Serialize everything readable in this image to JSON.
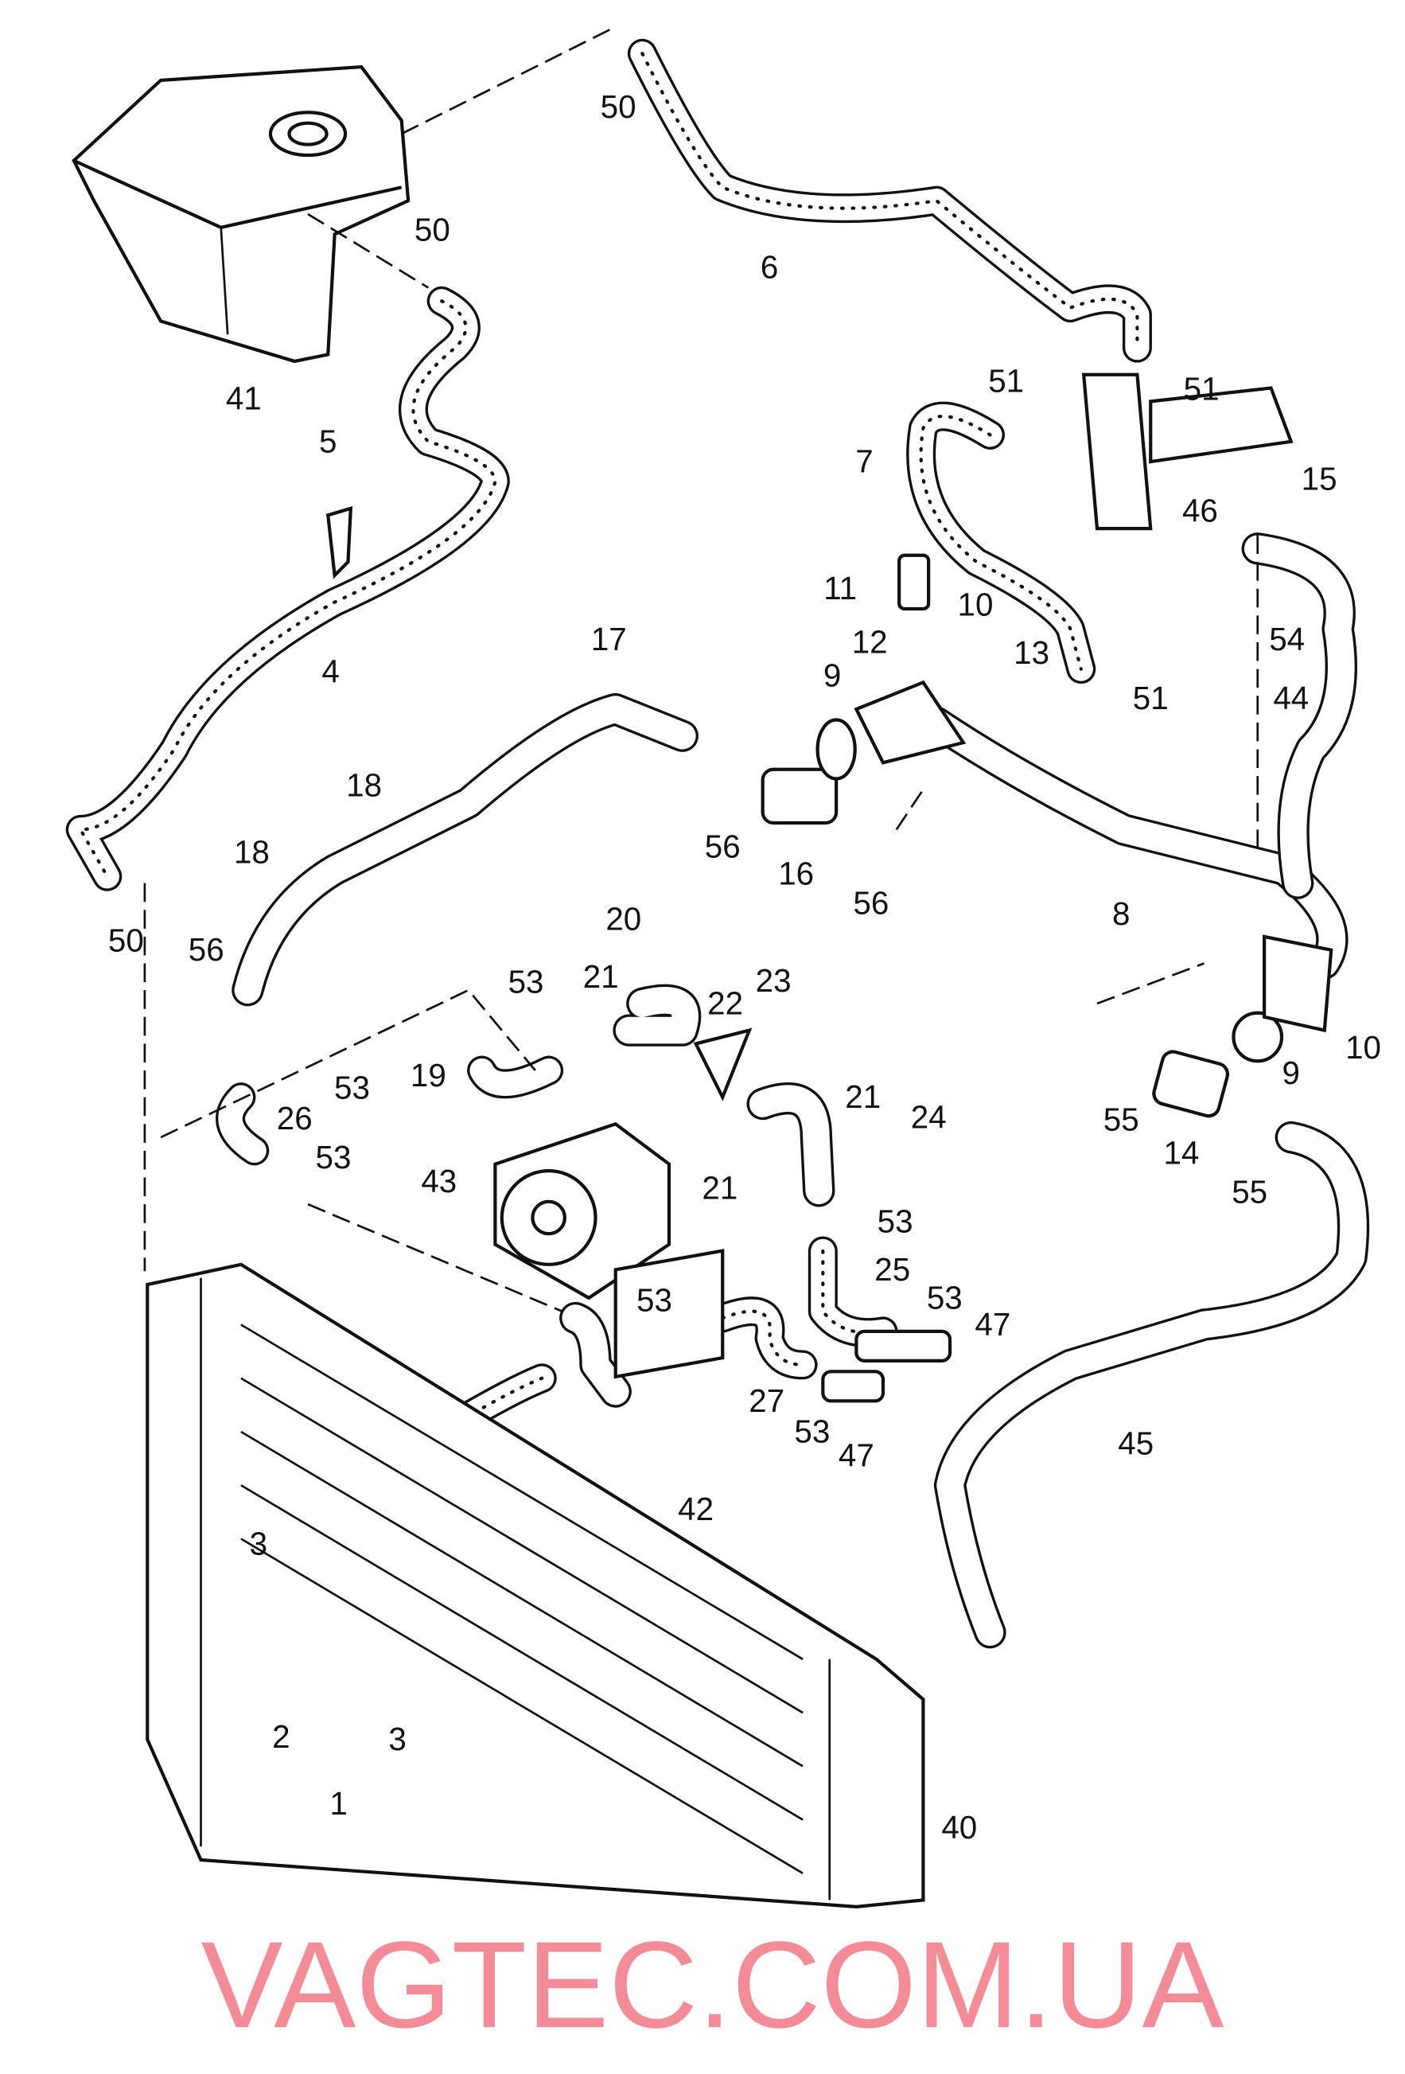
{
  "diagram": {
    "watermark": "VAGTEC.COM.UA",
    "part_labels": [
      "50",
      "6",
      "50",
      "41",
      "5",
      "4",
      "51",
      "51",
      "7",
      "46",
      "15",
      "11",
      "10",
      "12",
      "13",
      "51",
      "54",
      "44",
      "9",
      "17",
      "18",
      "18",
      "56",
      "16",
      "56",
      "8",
      "50",
      "56",
      "20",
      "53",
      "21",
      "22",
      "23",
      "10",
      "9",
      "19",
      "53",
      "26",
      "21",
      "24",
      "55",
      "14",
      "53",
      "43",
      "21",
      "55",
      "53",
      "25",
      "53",
      "53",
      "47",
      "27",
      "45",
      "53",
      "47",
      "42",
      "3",
      "2",
      "3",
      "1",
      "40"
    ]
  }
}
